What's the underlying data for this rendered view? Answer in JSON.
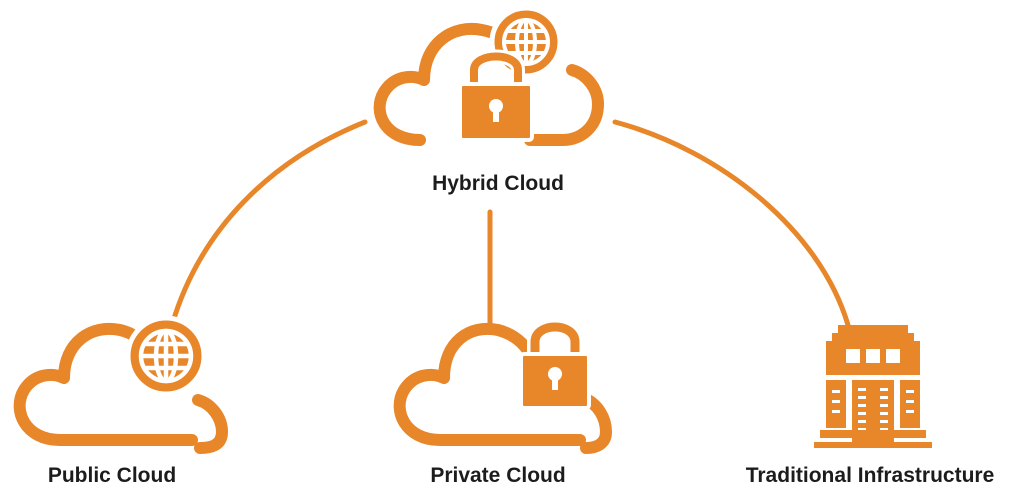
{
  "accent_color": "#E8862A",
  "text_color": "#1C1C1C",
  "nodes": {
    "hybrid": {
      "label": "Hybrid Cloud",
      "icon": "hybrid-cloud-icon"
    },
    "public": {
      "label": "Public Cloud",
      "icon": "public-cloud-icon"
    },
    "private": {
      "label": "Private Cloud",
      "icon": "private-cloud-icon"
    },
    "traditional": {
      "label": "Traditional Infrastructure",
      "icon": "server-infrastructure-icon"
    }
  },
  "edges": [
    {
      "from": "hybrid",
      "to": "public"
    },
    {
      "from": "hybrid",
      "to": "private"
    },
    {
      "from": "hybrid",
      "to": "traditional"
    }
  ]
}
